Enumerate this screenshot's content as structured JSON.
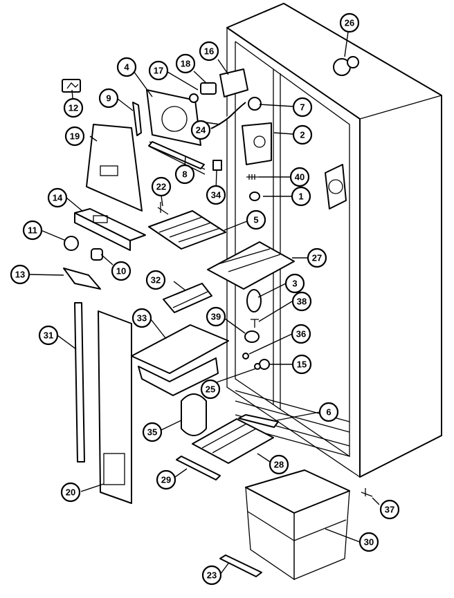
{
  "callouts": {
    "c1": "1",
    "c2": "2",
    "c3": "3",
    "c4": "4",
    "c5": "5",
    "c6": "6",
    "c7": "7",
    "c8": "8",
    "c9": "9",
    "c10": "10",
    "c11": "11",
    "c12": "12",
    "c13": "13",
    "c14": "14",
    "c15": "15",
    "c16": "16",
    "c17": "17",
    "c18": "18",
    "c19": "19",
    "c20": "20",
    "c22": "22",
    "c23": "23",
    "c24": "24",
    "c25": "25",
    "c26": "26",
    "c27": "27",
    "c28": "28",
    "c29": "29",
    "c30": "30",
    "c31": "31",
    "c32": "32",
    "c33": "33",
    "c34": "34",
    "c35": "35",
    "c36": "36",
    "c37": "37",
    "c38": "38",
    "c39": "39",
    "c40": "40"
  }
}
